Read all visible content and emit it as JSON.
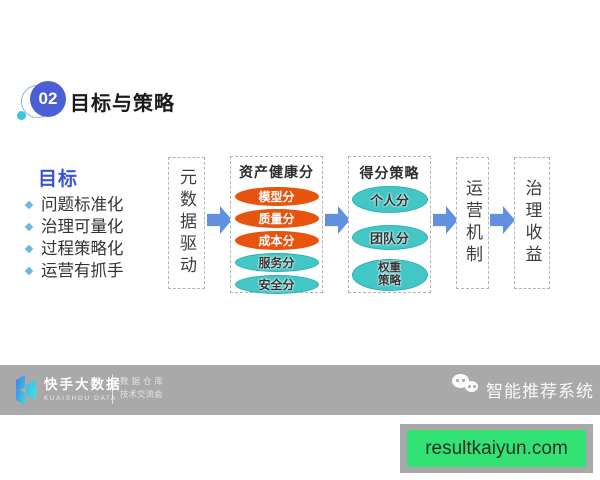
{
  "header": {
    "badge": "02",
    "title": "目标与策略"
  },
  "goal": {
    "title": "目标",
    "items": [
      "问题标准化",
      "治理可量化",
      "过程策略化",
      "运营有抓手"
    ]
  },
  "flow": {
    "stage_input": "元数据驱动",
    "health": {
      "title": "资产健康分",
      "ovals": [
        {
          "label": "模型分",
          "color": "orange"
        },
        {
          "label": "质量分",
          "color": "orange"
        },
        {
          "label": "成本分",
          "color": "orange"
        },
        {
          "label": "服务分",
          "color": "teal"
        },
        {
          "label": "安全分",
          "color": "teal"
        }
      ]
    },
    "strategy": {
      "title": "得分策略",
      "ovals": [
        {
          "label": "个人分",
          "color": "teal"
        },
        {
          "label": "团队分",
          "color": "teal"
        },
        {
          "label": "权重\n策略",
          "color": "teal"
        }
      ]
    },
    "stage_ops": "运营机制",
    "stage_outcome": "治理收益"
  },
  "footer": {
    "brand": "快手大数据",
    "brand_en": "KUAISHOU DATA",
    "brand_tagline_1": "数据仓库",
    "brand_tagline_2": "技术交流会",
    "watermark": "智能推荐系统"
  },
  "overlay": {
    "url": "resultkaiyun.com"
  },
  "colors": {
    "accent_blue": "#4a5ed6",
    "arrow_blue": "#6090df",
    "oval_orange": "#e8530e",
    "oval_teal": "#42c6c6",
    "goal_blue": "#3b53d8",
    "bullet_cyan": "#66badb",
    "footer_gray": "#a9a9a9",
    "overlay_green": "#33e274",
    "cyan_dot": "#3cc4dc"
  }
}
